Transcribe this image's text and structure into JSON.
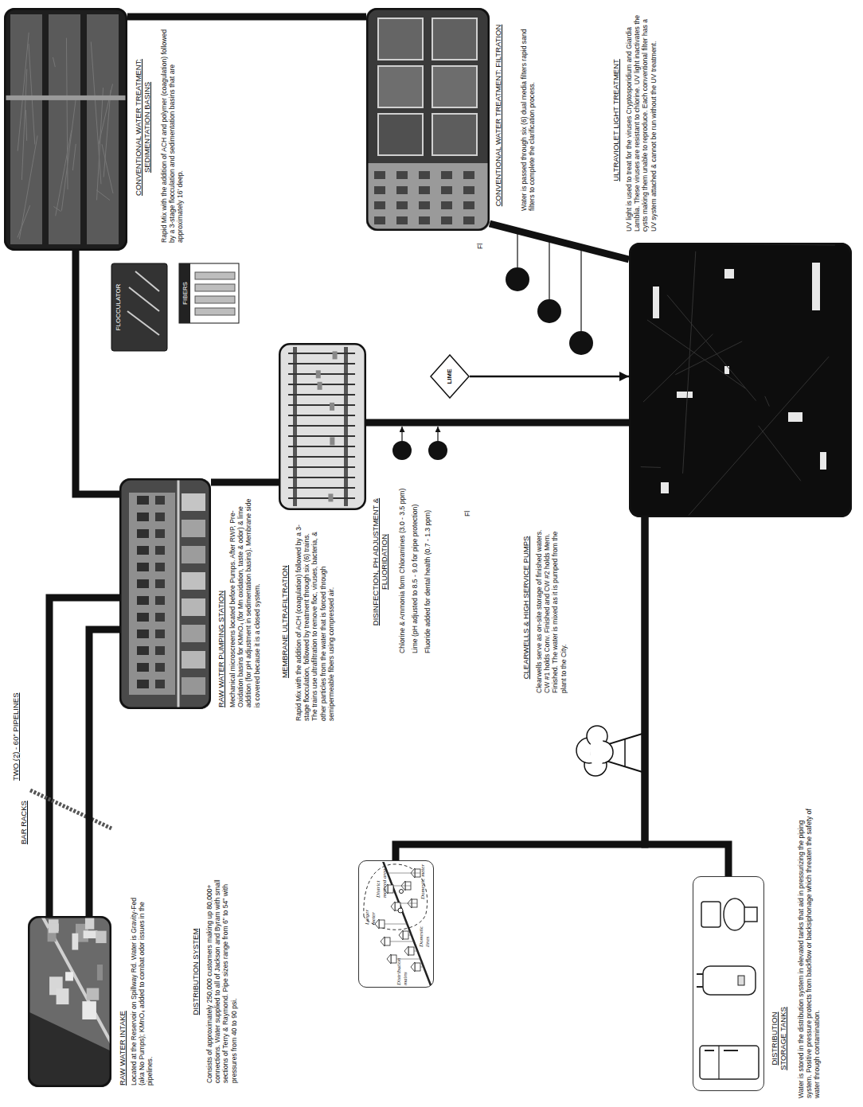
{
  "diagram": {
    "nodes": [
      {
        "text": [
          "RAW WATER INTAKE",
          "Located at the Reservoir on Spillway Rd. Water is Gravity-Fed (aka No Pumps); KMnO₄ added to combat odor issues in the pipelines."
        ]
      },
      {
        "text": [
          "RAW WATER PUMPING STATION",
          "Mechanical microscreens located before Pumps. After RWP, Pre-Oxidation basins for KMnO₄ (for Mn oxidation, taste & odor) & lime addition (for pH adjustment in sedimentation basins). Membrane side is covered because it is a closed system."
        ]
      },
      {
        "text": [
          "CONVENTIONAL WATER TREATMENT: SEDIMENTATION BASINS",
          "Rapid Mix with the addition of ACH and polymer (coagulation) followed by a 3-stage flocculation and sedimentation basins that are approximately 16' deep."
        ]
      },
      {
        "text": [
          "CONVENTIONAL WATER TREATMENT: FILTRATION",
          "Water is passed through six (6) dual media filters rapid sand filters to complete the clarification process."
        ]
      },
      {
        "text": [
          "MEMBRANE ULTRAFILTRATION",
          "Rapid Mix with the addition of ACH (coagulation) followed by a 3-stage flocculation, followed by treatment through six (6) trains. The trains use ultrafiltration to remove floc, viruses, bacteria, & other particles from the water that is forced through semipermeable fibers using compressed air."
        ]
      },
      {
        "text": [
          "LIME"
        ]
      },
      {
        "text": [
          "CLEARWELLS & HIGH SERVICE PUMPS",
          "Clearwells serve as on-site storage of finished waters. CW #1 holds Conv. Finished and CW #2 holds Mem. Finished. The water is mixed as it is pumped from the plant to the City."
        ]
      },
      {
        "text": [
          "Larger meter",
          "District metered area",
          "Distribution mains",
          "Domestic lines",
          "Domestic meter"
        ]
      },
      {
        "text": [
          "DISTRIBUTION STORAGE TANKS",
          "Water is stored in the distribution system in elevated tanks that aid in pressurizing the piping system. Positive pressure protects from backflow or backsiphonage which threaten the safety of water through contamination."
        ]
      }
    ],
    "edges": [
      {
        "from": 0,
        "to": 1,
        "label": "TWO (2) - 60\" PIPELINES",
        "arrow": "none"
      },
      {
        "from": 1,
        "to": 2,
        "arrow": "none"
      },
      {
        "from": 1,
        "to": 4,
        "arrow": "none"
      },
      {
        "from": 2,
        "to": 3,
        "arrow": "none"
      },
      {
        "from": 3,
        "to": 6,
        "arrow": "none"
      },
      {
        "from": 4,
        "to": 6,
        "arrow": "none"
      },
      {
        "from": 5,
        "to": 6,
        "arrow": "to"
      },
      {
        "from": 6,
        "to": 7,
        "arrow": "none"
      },
      {
        "from": 6,
        "to": 8,
        "arrow": "none"
      }
    ],
    "labels": [
      "BAR RACKS",
      "FLOCCULATOR",
      "FIBERS",
      "DISTRIBUTION SYSTEM",
      "Consists of approximately 250,000 customers making up 80,000+ connections. Water supplied to all of Jackson and Byram with small sections of Terry & Raymond. Pipe sizes range from 6\" to 54\" with pressures from 40 to 90 psi.",
      "ULTRAVIOLET LIGHT TREATMENT",
      "UV light is used to treat for the viruses Cryptosporidium and Giardia Lamblia. These viruses are resistant to chlorine. UV light inactivates the cysts making them unable to reproduce. Each conventional filter has a UV system attached & cannot be run without the UV treatment.",
      "DISINFECTION, PH ADJUSTMENT & FLUORIDATION",
      "Chlorine & Ammonia form Chloramines (3.0 - 3.5 ppm)",
      "Lime (pH adjusted to 8.5 - 9.0 for pipe protection)",
      "Fluoride added for dental health (0.7 - 1.3 ppm)",
      "Fl",
      "Fl"
    ]
  }
}
